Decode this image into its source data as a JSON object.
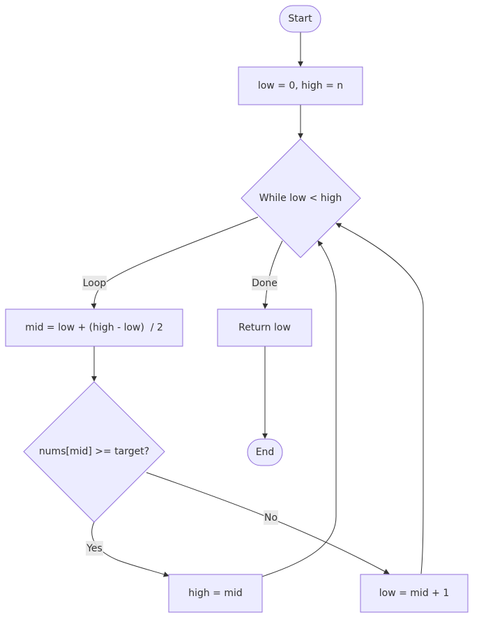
{
  "diagram": {
    "nodes": {
      "start": "Start",
      "init": "low = 0, high = n",
      "while": "While low < high",
      "mid": "mid = low + (high - low)  / 2",
      "return": "Return low",
      "compare": "nums[mid] >= target?",
      "end": "End",
      "high_mid": "high = mid",
      "low_mid": "low = mid + 1"
    },
    "edges": {
      "loop": "Loop",
      "done": "Done",
      "yes": "Yes",
      "no": "No"
    }
  },
  "colors": {
    "node_fill": "#ECECFF",
    "node_stroke": "#9370DB",
    "edge": "#333333",
    "label_bg": "#E8E8E8"
  }
}
